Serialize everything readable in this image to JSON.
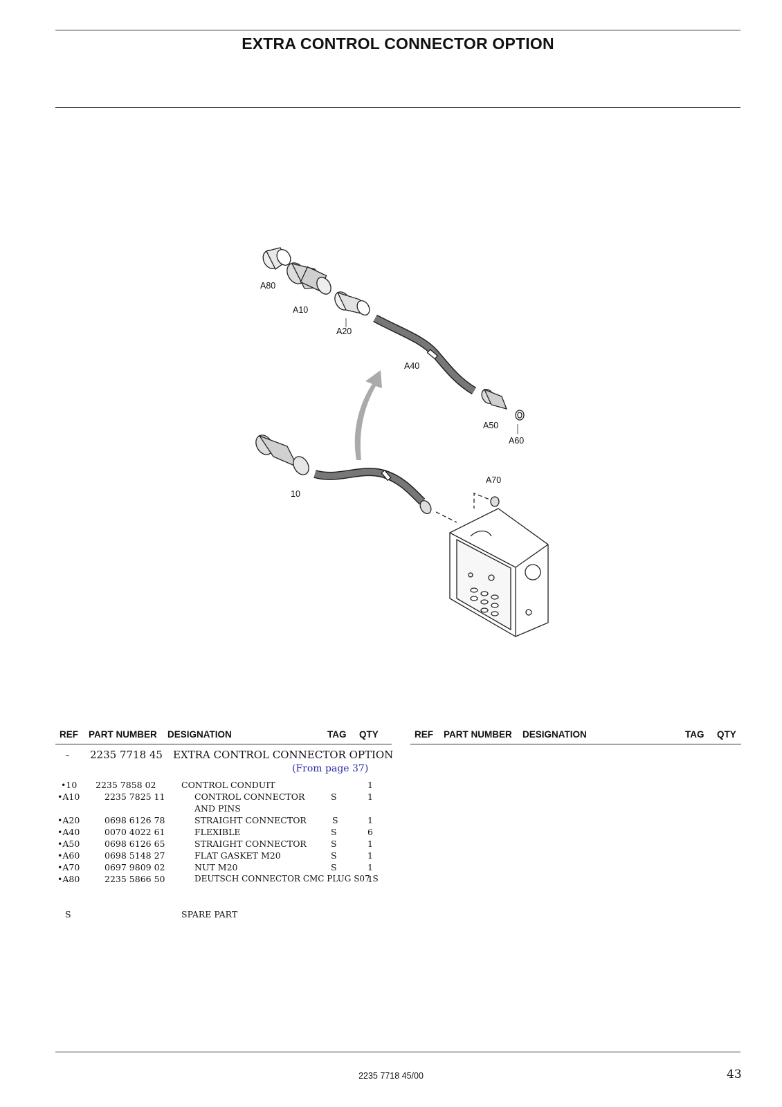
{
  "title": "EXTRA CONTROL CONNECTOR OPTION",
  "table_header": {
    "ref": "REF",
    "part_number": "PART NUMBER",
    "designation": "DESIGNATION",
    "tag": "TAG",
    "qty": "QTY"
  },
  "assembly": {
    "ref": "-",
    "part_number": "2235 7718 45",
    "designation": "EXTRA CONTROL CONNECTOR OPTION",
    "from_page": "(From page 37)"
  },
  "parts": [
    {
      "ref": "•10",
      "part_number": "2235 7858 02",
      "designation": "CONTROL CONDUIT",
      "tag": "",
      "qty": "1"
    },
    {
      "ref": "•A10",
      "part_number": "2235 7825 11",
      "designation": "CONTROL CONNECTOR",
      "designation2": "AND PINS",
      "tag": "S",
      "qty": "1"
    },
    {
      "ref": "•A20",
      "part_number": "0698 6126 78",
      "designation": "STRAIGHT CONNECTOR",
      "tag": "S",
      "qty": "1"
    },
    {
      "ref": "•A40",
      "part_number": "0070 4022 61",
      "designation": "FLEXIBLE",
      "tag": "S",
      "qty": "6"
    },
    {
      "ref": "•A50",
      "part_number": "0698 6126 65",
      "designation": "STRAIGHT CONNECTOR",
      "tag": "S",
      "qty": "1"
    },
    {
      "ref": "•A60",
      "part_number": "0698 5148 27",
      "designation": "FLAT GASKET M20",
      "tag": "S",
      "qty": "1"
    },
    {
      "ref": "•A70",
      "part_number": "0697 9809 02",
      "designation": "NUT M20",
      "tag": "S",
      "qty": "1"
    },
    {
      "ref": "•A80",
      "part_number": "2235 5866 50",
      "designation": "DEUTSCH CONNECTOR CMC PLUG S07 S",
      "tag": "",
      "qty": "1"
    }
  ],
  "legend": {
    "tag": "S",
    "meaning": "SPARE PART"
  },
  "diagram_labels": {
    "a80": "A80",
    "a10": "A10",
    "a20": "A20",
    "a40": "A40",
    "a50": "A50",
    "a60": "A60",
    "a70": "A70",
    "ten": "10"
  },
  "footer": {
    "document_number": "2235 7718 45/00",
    "page_number": "43"
  }
}
